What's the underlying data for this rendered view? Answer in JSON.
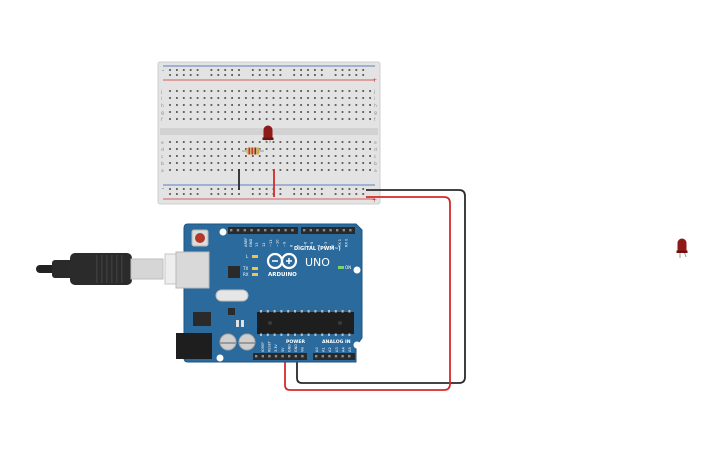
{
  "breadboard": {
    "rail_plus": "+",
    "rail_minus": "-",
    "row_letters_top": [
      "j",
      "i",
      "h",
      "g",
      "f"
    ],
    "row_letters_bottom": [
      "e",
      "d",
      "c",
      "b",
      "a"
    ],
    "columns": 30
  },
  "arduino": {
    "brand": "ARDUINO",
    "model": "UNO",
    "digital_label": "DIGITAL (PWM~)",
    "power_label": "POWER",
    "analog_label": "ANALOG IN",
    "on_label": "ON",
    "l_label": "L",
    "tx_label": "TX",
    "rx_label": "RX",
    "aref_label": "AREF",
    "gnd_label": "GND",
    "digital_pins": [
      "13",
      "12",
      "~11",
      "~10",
      "~9",
      "8",
      "7",
      "~6",
      "~5",
      "4",
      "~3",
      "2",
      "TX 1",
      "RX 0"
    ],
    "power_pins": [
      "IOREF",
      "RESET",
      "3.3V",
      "5V",
      "GND",
      "GND",
      "Vin"
    ],
    "analog_pins": [
      "A0",
      "A1",
      "A2",
      "A3",
      "A4",
      "A5"
    ]
  },
  "colors": {
    "board_blue": "#2b6a9d",
    "board_edge": "#1f5480",
    "breadboard": "#e3e3e3",
    "rail_red": "#d32f2f",
    "rail_blue": "#2f5fb0",
    "wire_red": "#d62a2a",
    "wire_black": "#2a2a2a",
    "led_red": "#8e1a1a"
  }
}
